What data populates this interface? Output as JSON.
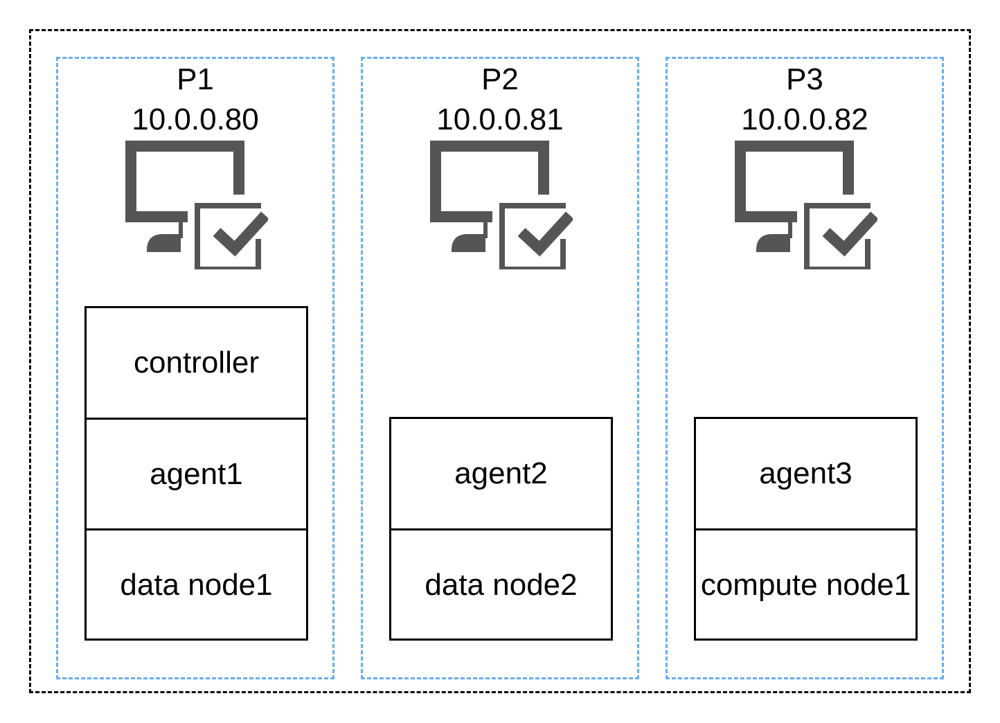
{
  "colors": {
    "outer_border": "#000000",
    "host_border": "#6aacf0",
    "icon": "#555555"
  },
  "hosts": [
    {
      "name": "P1",
      "ip": "10.0.0.80",
      "icon": "monitor-check-icon",
      "services": [
        "controller",
        "agent1",
        "data node1"
      ]
    },
    {
      "name": "P2",
      "ip": "10.0.0.81",
      "icon": "monitor-check-icon",
      "services": [
        "agent2",
        "data node2"
      ]
    },
    {
      "name": "P3",
      "ip": "10.0.0.82",
      "icon": "monitor-check-icon",
      "services": [
        "agent3",
        "compute node1"
      ]
    }
  ]
}
